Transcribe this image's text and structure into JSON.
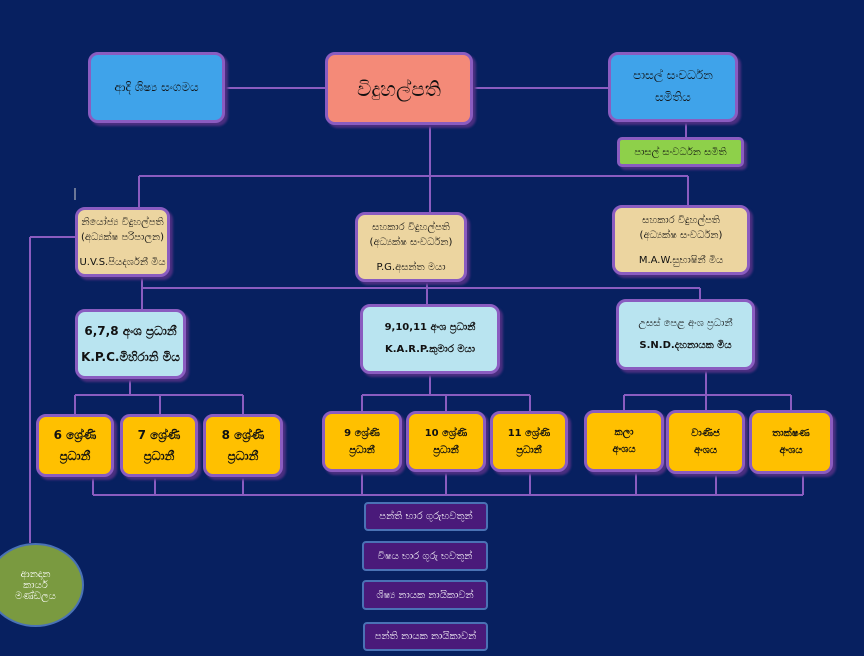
{
  "top": {
    "alumni": "ආදි ශිෂ්‍ය සංගමය",
    "principal": "විදුහල්පති",
    "sdc": [
      "පාසල් සංවර්ධන",
      "සමිතිය"
    ],
    "sdc_sub": "පාසල් සංවර්ධන සමිති"
  },
  "deputies": [
    {
      "title": "නියෝජ්‍ය විදුහල්පති",
      "role": "(අධ්‍යක්ෂ පරිපාලන)",
      "name": "U.V.S.පියදර්ශනී මිය"
    },
    {
      "title": "සහකාර විදුහල්පති",
      "role": "(අධ්‍යක්ෂ සංවර්ධන)",
      "name": "P.G.අසන්ත මයා"
    },
    {
      "title": "සහකාර විදුහල්පති",
      "role": "(අධ්‍යක්ෂ සංවර්ධන)",
      "name": "M.A.W.සුභාෂිනී මිය"
    }
  ],
  "sections": [
    {
      "title": "6,7,8 අංශ ප්‍රධානී",
      "name": "K.P.C.මිහිරානි මිය"
    },
    {
      "title": "9,10,11 අංශ ප්‍රධානී",
      "name": "K.A.R.P.කුමාර මයා"
    },
    {
      "title": "උසස් පෙළ අංශ ප්‍රධානී",
      "name": "S.N.D.දහනායක මිය"
    }
  ],
  "grades": [
    [
      "6 ශ්‍රේණි",
      "ප්‍රධානී"
    ],
    [
      "7 ශ්‍රේණි",
      "ප්‍රධානී"
    ],
    [
      "8 ශ්‍රේණි",
      "ප්‍රධානී"
    ],
    [
      "9 ශ්‍රේණි",
      "ප්‍රධානී"
    ],
    [
      "10 ශ්‍රේණි",
      "ප්‍රධානී"
    ],
    [
      "11 ශ්‍රේණි",
      "ප්‍රධානී"
    ],
    [
      "කලා",
      "අංශය"
    ],
    [
      "වාණිජ",
      "අංශය"
    ],
    [
      "තාක්ෂණ",
      "අංශය"
    ]
  ],
  "staff": [
    "පන්ති භාර ගුරුභවතුන්",
    "විෂය භාර ගුරු භවතුන්",
    "ශිෂ්‍ය නායක නායිකාවන්",
    "පන්ති නායක නායිකාවන්"
  ],
  "board": [
    "ආනදාන",
    "කාර්ය",
    "මණ්ඩලය"
  ]
}
